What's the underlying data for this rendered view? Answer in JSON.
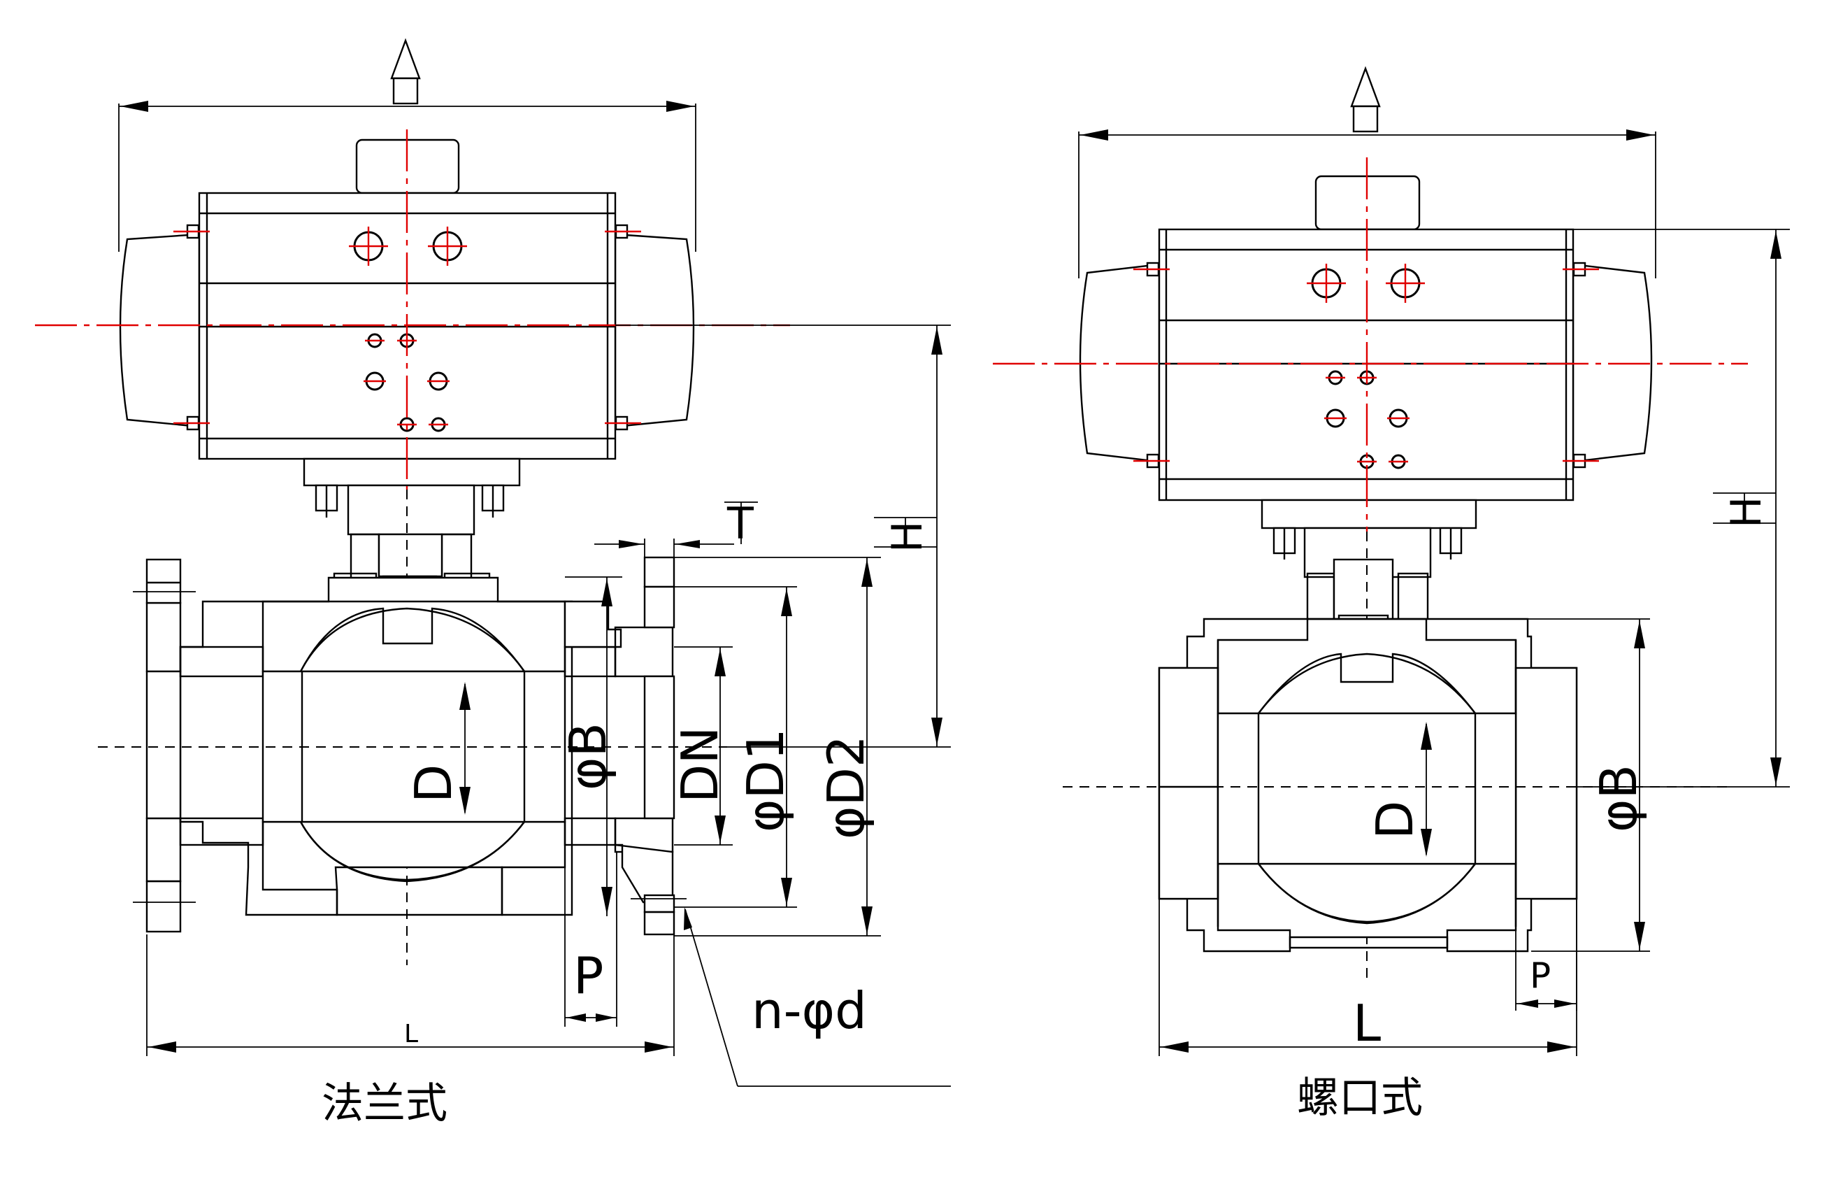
{
  "drawings": {
    "flanged": {
      "caption": "法兰式",
      "dims": {
        "T": "T",
        "H": "H",
        "D": "D",
        "B": "φB",
        "DN": "DN",
        "D1": "φD1",
        "D2": "φD2",
        "P": "P",
        "L": "L",
        "nd": "n-φd"
      }
    },
    "threaded": {
      "caption": "螺口式",
      "dims": {
        "H": "H",
        "D": "D",
        "B": "φB",
        "P": "P",
        "L": "L"
      }
    }
  },
  "colors": {
    "line": "#000000",
    "centerline": "#e00000",
    "background": "#ffffff"
  }
}
